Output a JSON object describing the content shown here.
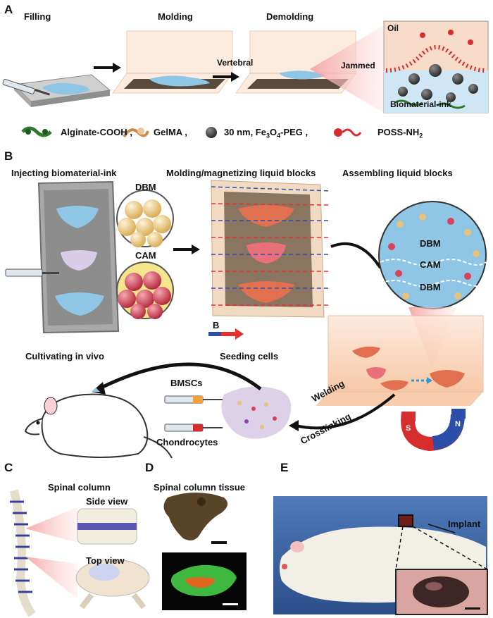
{
  "panel_a": {
    "letter": "A",
    "step_filling": "Filling",
    "step_molding": "Molding",
    "step_demolding": "Demolding",
    "label_vertebral": "Vertebral",
    "label_jammed": "Jammed",
    "label_oil": "Oil",
    "label_biomaterial_ink": "Biomaterial-ink",
    "legend": {
      "alginate": "Alginate-COOH ,",
      "gelma": "GelMA ,",
      "fe3o4": "30 nm, Fe",
      "fe3o4_sub1": "3",
      "fe3o4_mid": "O",
      "fe3o4_sub2": "4",
      "fe3o4_end": "-PEG ,",
      "poss": "POSS-NH",
      "poss_sub": "2"
    }
  },
  "panel_b": {
    "letter": "B",
    "title_inject": "Injecting biomaterial-ink",
    "title_molding": "Molding/magnetizing liquid blocks",
    "title_assembling": "Assembling liquid blocks",
    "label_dbm_1": "DBM",
    "label_cam_1": "CAM",
    "zoom_dbm_top": "DBM",
    "zoom_cam": "CAM",
    "zoom_dbm_bottom": "DBM",
    "label_b_field": "B",
    "title_cultivating": "Cultivating in vivo",
    "title_seeding": "Seeding cells",
    "label_bmscs": "BMSCs",
    "label_chondrocytes": "Chondrocytes",
    "label_welding": "Welding",
    "label_crosslinking": "Crosslinking",
    "magnet_s": "S",
    "magnet_n": "N"
  },
  "panel_c": {
    "letter": "C",
    "title": "Spinal column",
    "side_view": "Side view",
    "top_view": "Top view"
  },
  "panel_d": {
    "letter": "D",
    "title": "Spinal column tissue"
  },
  "panel_e": {
    "letter": "E",
    "label_implant": "Implant"
  },
  "colors": {
    "dbm": "#e7c27a",
    "cam": "#d9435a",
    "ink_blue": "#8fc6e6",
    "field_red": "#e53030",
    "field_blue": "#2b4fa8",
    "tank": "#f6c7a6"
  }
}
